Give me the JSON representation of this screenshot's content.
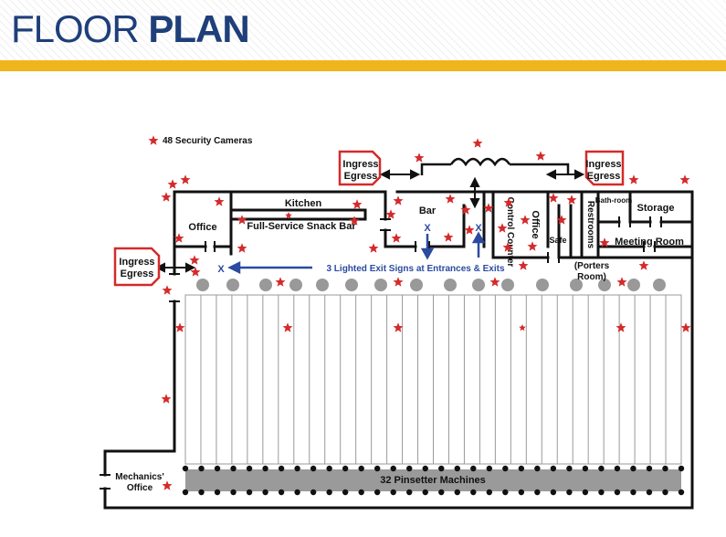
{
  "header": {
    "title_light": "FLOOR",
    "title_bold": "PLAN"
  },
  "colors": {
    "title": "#1f3f7a",
    "accent": "#f0b41c",
    "camera": "#d42a2a",
    "ingress_border": "#d42a2a",
    "exit_arrow": "#2b4aa0",
    "walls": "#111111"
  },
  "legend": {
    "cameras": "48 Security Cameras"
  },
  "ingress": {
    "line1": "Ingress",
    "line2": "Egress"
  },
  "rooms": {
    "kitchen": "Kitchen",
    "snack_bar": "Full-Service Snack Bar",
    "office_left": "Office",
    "bar": "Bar",
    "control_counter": "Control Counter",
    "office_mid": "Office",
    "safe": "Safe",
    "restrooms": "Restrooms",
    "bathroom": "Bath-room",
    "storage": "Storage",
    "meeting_room": "Meeting Room",
    "porters_room_1": "(Porters",
    "porters_room_2": "Room)",
    "mechanics_office_1": "Mechanics'",
    "mechanics_office_2": "Office"
  },
  "exit_signs": {
    "label": "3 Lighted Exit Signs at Entrances & Exits",
    "marker": "X"
  },
  "pinsetters": {
    "label": "32 Pinsetter Machines"
  }
}
